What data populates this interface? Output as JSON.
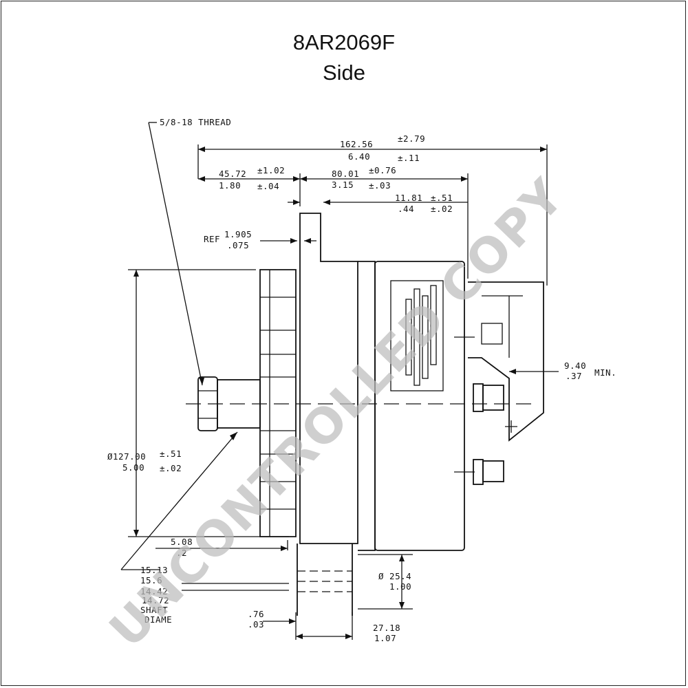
{
  "title": {
    "part_number": "8AR2069F",
    "view": "Side"
  },
  "watermark": "UNCONTROLLED COPY",
  "callouts": {
    "thread": "5/8-18 THREAD",
    "overall_len_mm": "162.56",
    "overall_tol_mm": "±2.79",
    "overall_len_in": "6.40",
    "overall_tol_in": "±.11",
    "front_mm": "45.72",
    "front_tol_mm": "±1.02",
    "front_in": "1.80",
    "front_tol_in": "±.04",
    "mid_mm": "80.01",
    "mid_tol_mm": "±0.76",
    "mid_in": "3.15",
    "mid_tol_in": "±.03",
    "offset_mm": "11.81",
    "offset_tol_mm": "±.51",
    "offset_in": ".44",
    "offset_tol_in": "±.02",
    "ref_label": "REF",
    "ref_mm": "1.905",
    "ref_in": ".075",
    "diam_mm": "Ø127.00",
    "diam_tol_mm": "±.51",
    "diam_in": "5.00",
    "diam_tol_in": "±.02",
    "fan_mm": "5.08",
    "fan_in": ".2",
    "clear_mm": "9.40",
    "clear_in": ".37",
    "clear_note": "MIN.",
    "shaft_a": "15.13",
    "shaft_b": "15.6",
    "shaft_c": "14.42",
    "shaft_d": "14.72",
    "shaft_label1": "SHAFT",
    "shaft_label2": "DIAME",
    "bore_mm": "Ø 25.4",
    "bore_in": "1.00",
    "foot_mm": ".76",
    "foot_in": ".03",
    "mount_mm": "27.18",
    "mount_in": "1.07"
  }
}
